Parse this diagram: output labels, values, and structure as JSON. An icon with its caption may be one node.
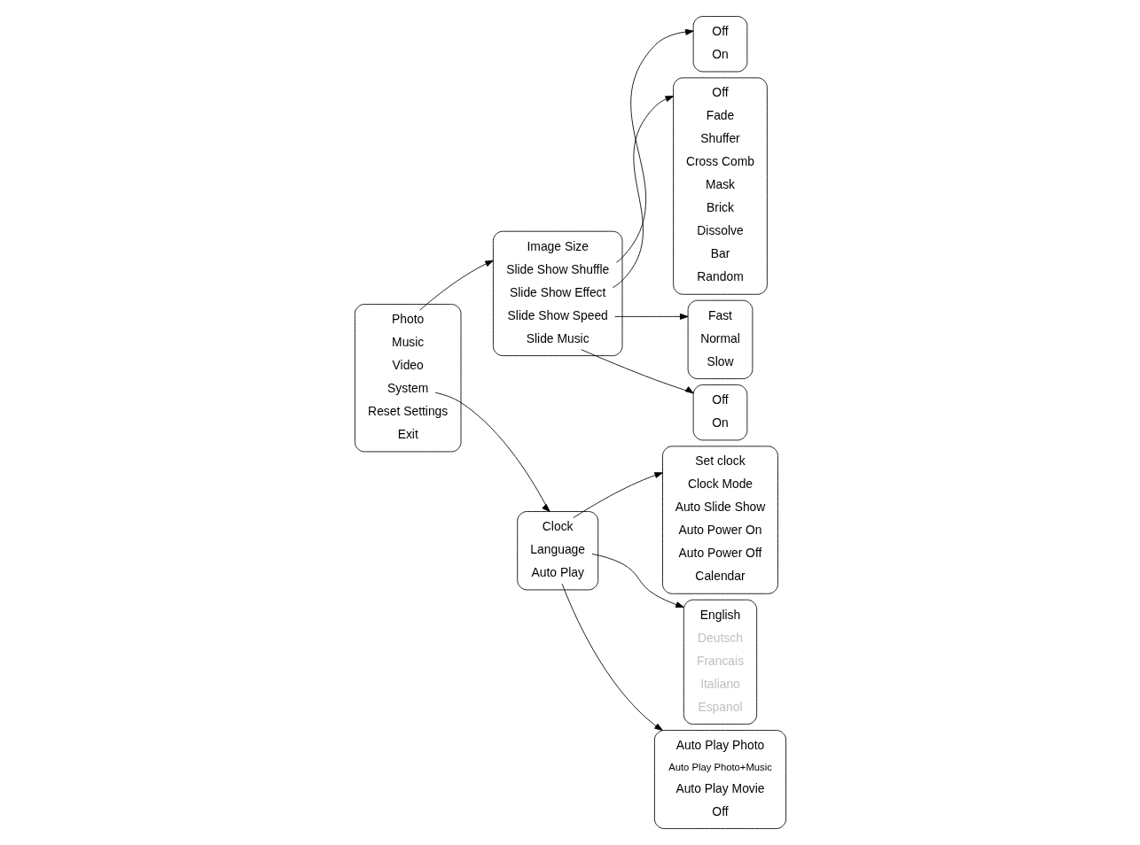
{
  "diagram": {
    "nodes": [
      {
        "text": [],
        "shape": "box"
      },
      {
        "text": [
          "Photo"
        ],
        "in": 0
      },
      {
        "text": [
          "Music"
        ],
        "in": 0
      },
      {
        "text": [
          "Video"
        ],
        "in": 0
      },
      {
        "text": [
          "System"
        ],
        "in": 0
      },
      {
        "text": [
          "Reset Settings"
        ],
        "in": 0
      },
      {
        "text": [
          "Exit"
        ],
        "in": 0
      },
      {
        "text": [],
        "shape": "box"
      },
      {
        "text": [
          "Image Size"
        ],
        "in": 7
      },
      {
        "text": [
          "Slide Show Shuffle"
        ],
        "in": 7
      },
      {
        "text": [
          "Slide Show Effect"
        ],
        "in": 7
      },
      {
        "text": [
          "Slide Show Speed"
        ],
        "in": 7
      },
      {
        "text": [
          "Slide Music"
        ],
        "in": 7
      },
      {
        "text": [],
        "shape": "box"
      },
      {
        "text": [
          "Off"
        ],
        "in": 13
      },
      {
        "text": [
          "On"
        ],
        "in": 13
      },
      {
        "text": [],
        "shape": "box"
      },
      {
        "text": [
          "Off"
        ],
        "in": 16
      },
      {
        "text": [
          "Fade"
        ],
        "in": 16
      },
      {
        "text": [
          "Shuffer"
        ],
        "in": 16
      },
      {
        "text": [
          "Cross Comb"
        ],
        "in": 16
      },
      {
        "text": [
          "Mask"
        ],
        "in": 16
      },
      {
        "text": [
          "Brick"
        ],
        "in": 16
      },
      {
        "text": [
          "Dissolve"
        ],
        "in": 16
      },
      {
        "text": [
          "Bar"
        ],
        "in": 16
      },
      {
        "text": [
          "Random"
        ],
        "in": 16
      },
      {
        "text": [],
        "shape": "box"
      },
      {
        "text": [
          "Clock"
        ],
        "in": 26
      },
      {
        "text": [
          "Language"
        ],
        "in": 26
      },
      {
        "text": [
          "Auto Play"
        ],
        "in": 26
      },
      {
        "text": [],
        "shape": "box"
      },
      {
        "text": [
          "Set clock"
        ],
        "in": 30
      },
      {
        "text": [
          "Clock Mode"
        ],
        "in": 30
      },
      {
        "text": [
          "Auto Slide Show"
        ],
        "in": 30
      },
      {
        "text": [
          "Auto Power On"
        ],
        "in": 30
      },
      {
        "text": [
          "Auto Power Off"
        ],
        "in": 30
      },
      {
        "text": [
          "Calendar"
        ],
        "in": 30
      },
      {
        "text": [],
        "shape": "box"
      },
      {
        "text": [
          "Fast"
        ],
        "in": 37
      },
      {
        "text": [
          "Normal"
        ],
        "in": 37
      },
      {
        "text": [
          "Slow"
        ],
        "in": 37
      },
      {
        "text": [],
        "shape": "box"
      },
      {
        "text": [
          "Auto Play Photo"
        ],
        "in": 41
      },
      {
        "text": [
          "Auto Play Photo+Music"
        ],
        "in": 41
      },
      {
        "text": [
          "Auto Play Movie"
        ],
        "in": 41
      },
      {
        "text": [
          "Off"
        ],
        "in": 41
      },
      {
        "text": [],
        "shape": "box"
      },
      {
        "text": [
          "English"
        ],
        "in": 46
      },
      {
        "text": [
          "Deutsch"
        ],
        "in": 46
      },
      {
        "text": [
          "Francais"
        ],
        "in": 46
      },
      {
        "text": [
          "Italiano"
        ],
        "in": 46
      },
      {
        "text": [
          "Espanol"
        ],
        "in": 46
      },
      {
        "text": [],
        "shape": "box"
      },
      {
        "text": [
          "Off"
        ],
        "in": 52
      },
      {
        "text": [
          "On"
        ],
        "in": 52
      }
    ],
    "edges": [
      {
        "from": 1,
        "to": 7,
        "arrow": "to"
      },
      {
        "from": 9,
        "to": 13,
        "arrow": "to"
      },
      {
        "from": 10,
        "to": 16,
        "arrow": "to"
      },
      {
        "from": 11,
        "to": 37,
        "arrow": "to"
      },
      {
        "from": 12,
        "to": 52,
        "arrow": "to"
      },
      {
        "from": 4,
        "to": 26,
        "arrow": "to"
      },
      {
        "from": 27,
        "to": 30,
        "arrow": "to"
      },
      {
        "from": 28,
        "to": 46,
        "arrow": "to"
      },
      {
        "from": 29,
        "to": 41,
        "arrow": "to"
      }
    ]
  }
}
